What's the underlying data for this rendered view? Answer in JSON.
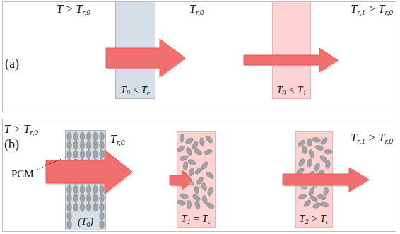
{
  "diagram": {
    "nodes": [
      {
        "text": [
          "(a)"
        ]
      },
      {
        "text": [
          "T0 < Tc"
        ],
        "in": 0
      },
      {
        "text": [
          "T0 < T1"
        ],
        "in": 0
      },
      {
        "text": [
          "(b)"
        ]
      },
      {
        "text": [
          "(T0)"
        ],
        "in": 3
      },
      {
        "text": [
          "T1 = Tc"
        ],
        "in": 3
      },
      {
        "text": [
          "T2 > Tc"
        ],
        "in": 3
      }
    ],
    "labels": [
      "T > Tr,0",
      "Tr,0",
      "Tr,1 > Tr,0",
      "T > Tr,0",
      "Tr,0",
      "PCM",
      "Tr,1 > Tr,0"
    ]
  }
}
